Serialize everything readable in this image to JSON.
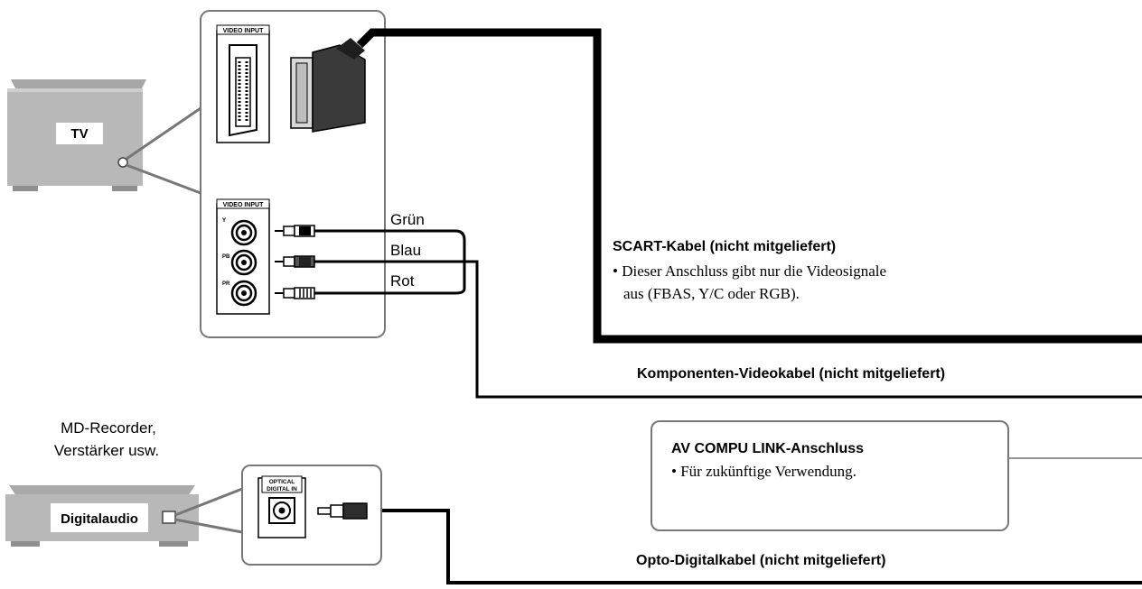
{
  "devices": {
    "tv": {
      "label": "TV"
    },
    "md_recorder": {
      "caption_line1": "MD-Recorder,",
      "caption_line2": "Verstärker usw.",
      "label": "Digitalaudio"
    }
  },
  "panels": {
    "scart_panel": {
      "header": "VIDEO INPUT"
    },
    "component_panel": {
      "header": "VIDEO INPUT",
      "jacks": [
        "Y",
        "PB",
        "PR"
      ]
    },
    "optical_panel": {
      "header_line1": "OPTICAL",
      "header_line2": "DIGITAL IN"
    }
  },
  "wire_colors": {
    "green": "Grün",
    "blue": "Blau",
    "red": "Rot"
  },
  "connections": {
    "scart": {
      "title": "SCART-Kabel (nicht mitgeliefert)",
      "note_line1": "• Dieser Anschluss gibt nur die Videosignale",
      "note_line2": "aus (FBAS, Y/C oder RGB)."
    },
    "component": {
      "title": "Komponenten-Videokabel (nicht mitgeliefert)"
    },
    "av_compu_link": {
      "title": "AV COMPU LINK-Anschluss",
      "note": "• Für zukünftige Verwendung."
    },
    "optical": {
      "title": "Opto-Digitalkabel (nicht mitgeliefert)"
    }
  }
}
